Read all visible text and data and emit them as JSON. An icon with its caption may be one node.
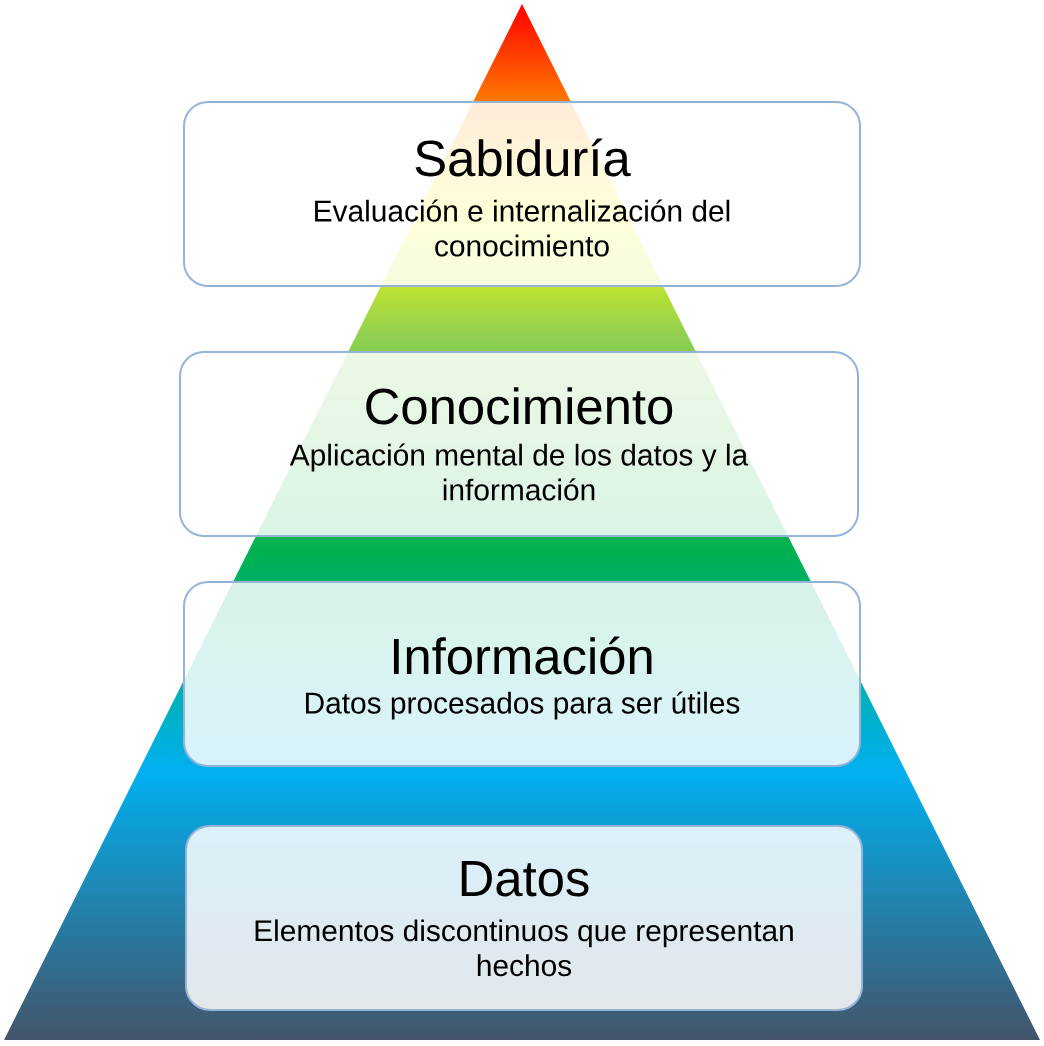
{
  "diagram": {
    "nodes": [
      {
        "text": [
          "Sabiduría",
          "Evaluación e internalización del conocimiento"
        ]
      },
      {
        "text": [
          "Conocimiento",
          "Aplicación mental de los datos y la información"
        ]
      },
      {
        "text": [
          "Información",
          "Datos procesados para ser útiles"
        ]
      },
      {
        "text": [
          "Datos",
          "Elementos discontinuos que representan hechos"
        ]
      }
    ]
  }
}
